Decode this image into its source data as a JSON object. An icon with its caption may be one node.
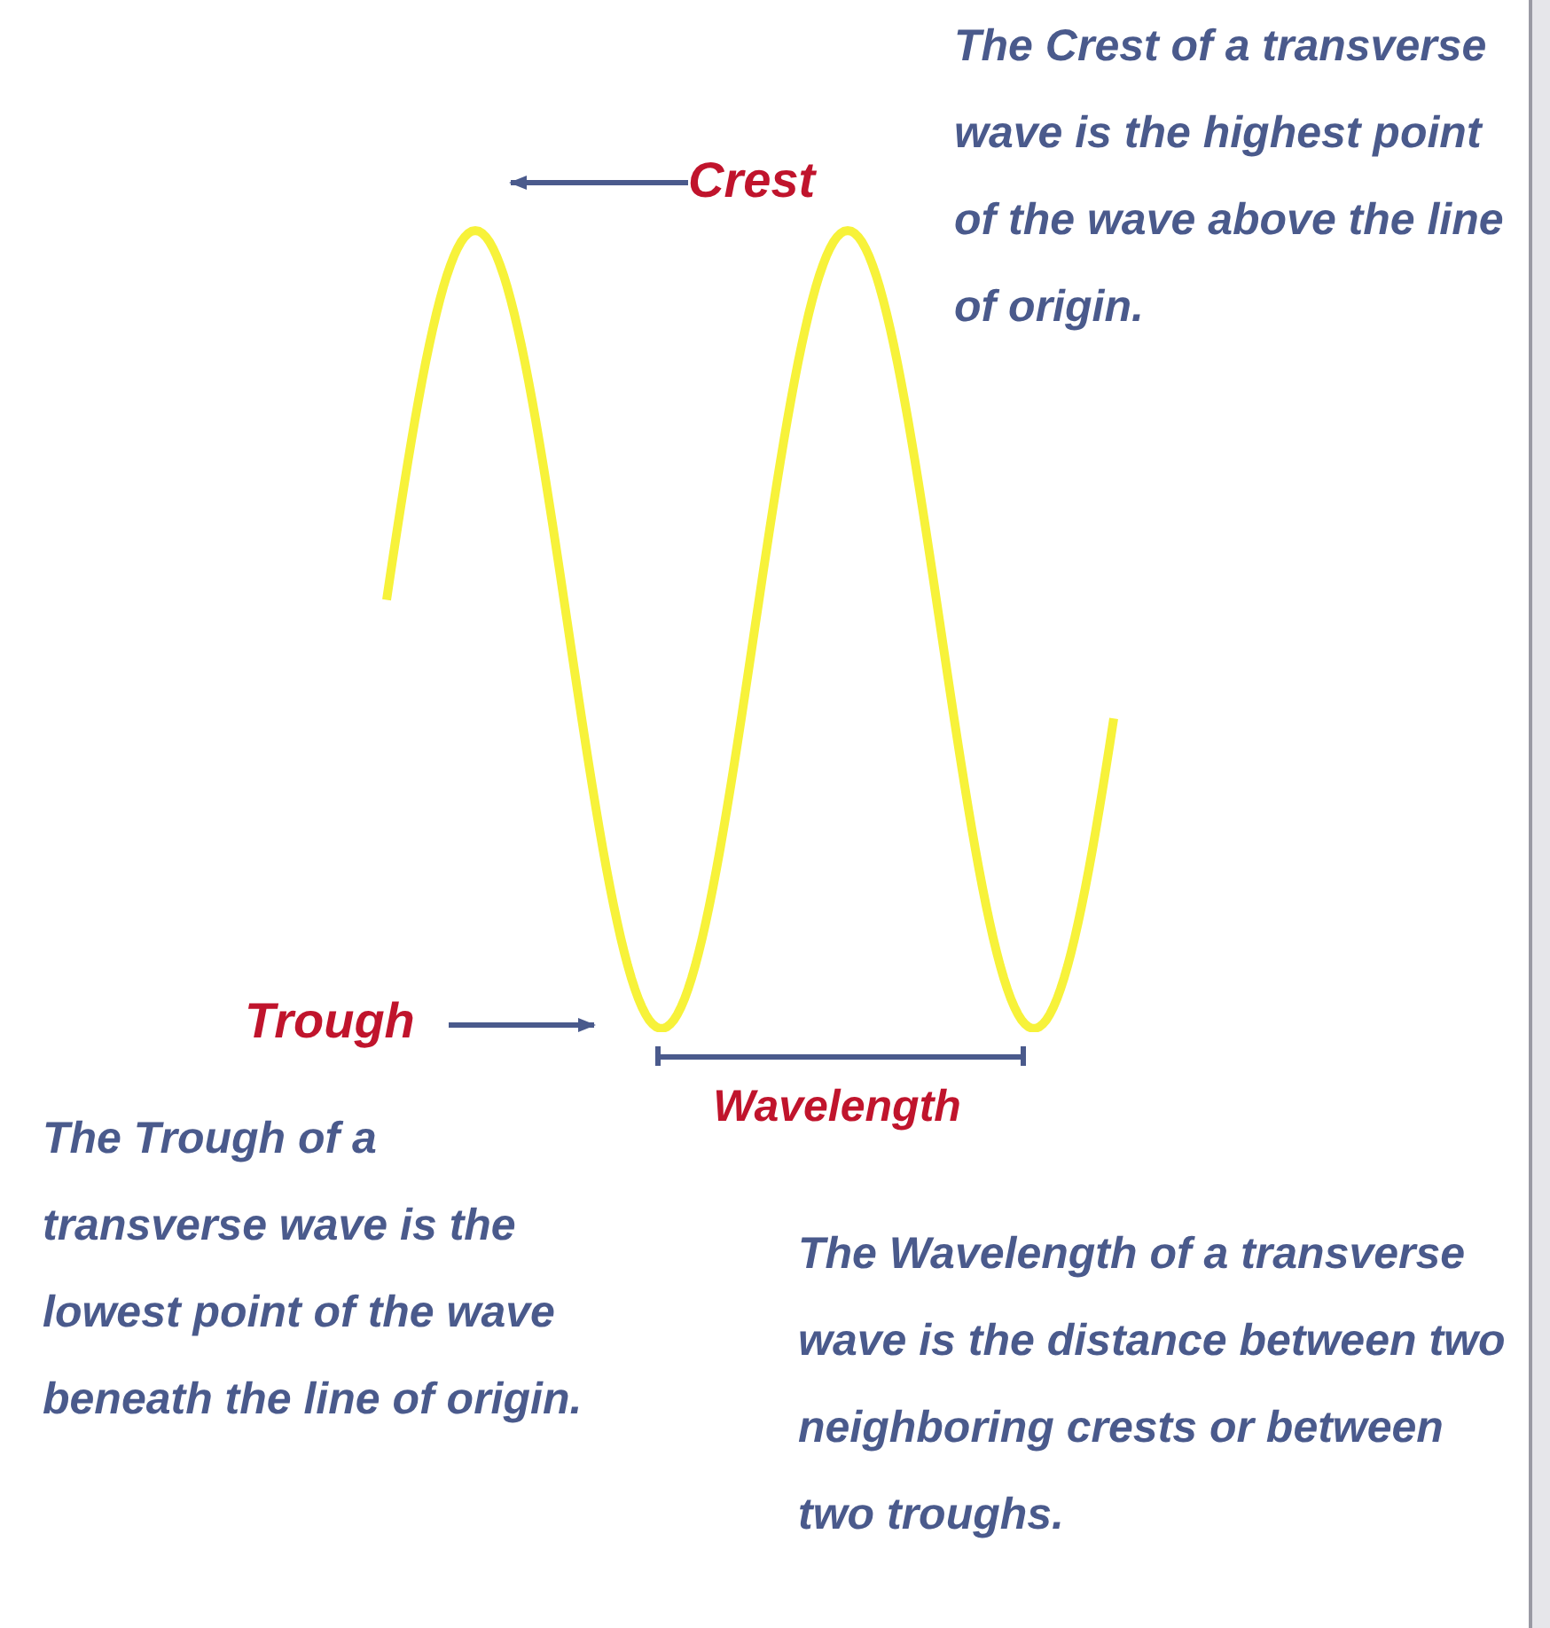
{
  "diagram": {
    "nodes": [
      {
        "text": [
          "Crest"
        ]
      },
      {
        "text": [],
        "shape": "picture"
      },
      {
        "text": [
          "Trough"
        ]
      }
    ],
    "edges": [
      {
        "from": 0,
        "to": 1,
        "arrow": "to"
      },
      {
        "from": 2,
        "to": 1,
        "arrow": "to"
      }
    ],
    "labels": [
      "The **Crest** of a transverse wave is the highest point of the wave above the line of origin.",
      "Wavelength",
      "The **Trough** of a transverse wave is the lowest point of the wave beneath the line of origin.",
      "The **Wavelength** of a transverse wave is the distance between two neighboring crests or between two troughs."
    ]
  }
}
